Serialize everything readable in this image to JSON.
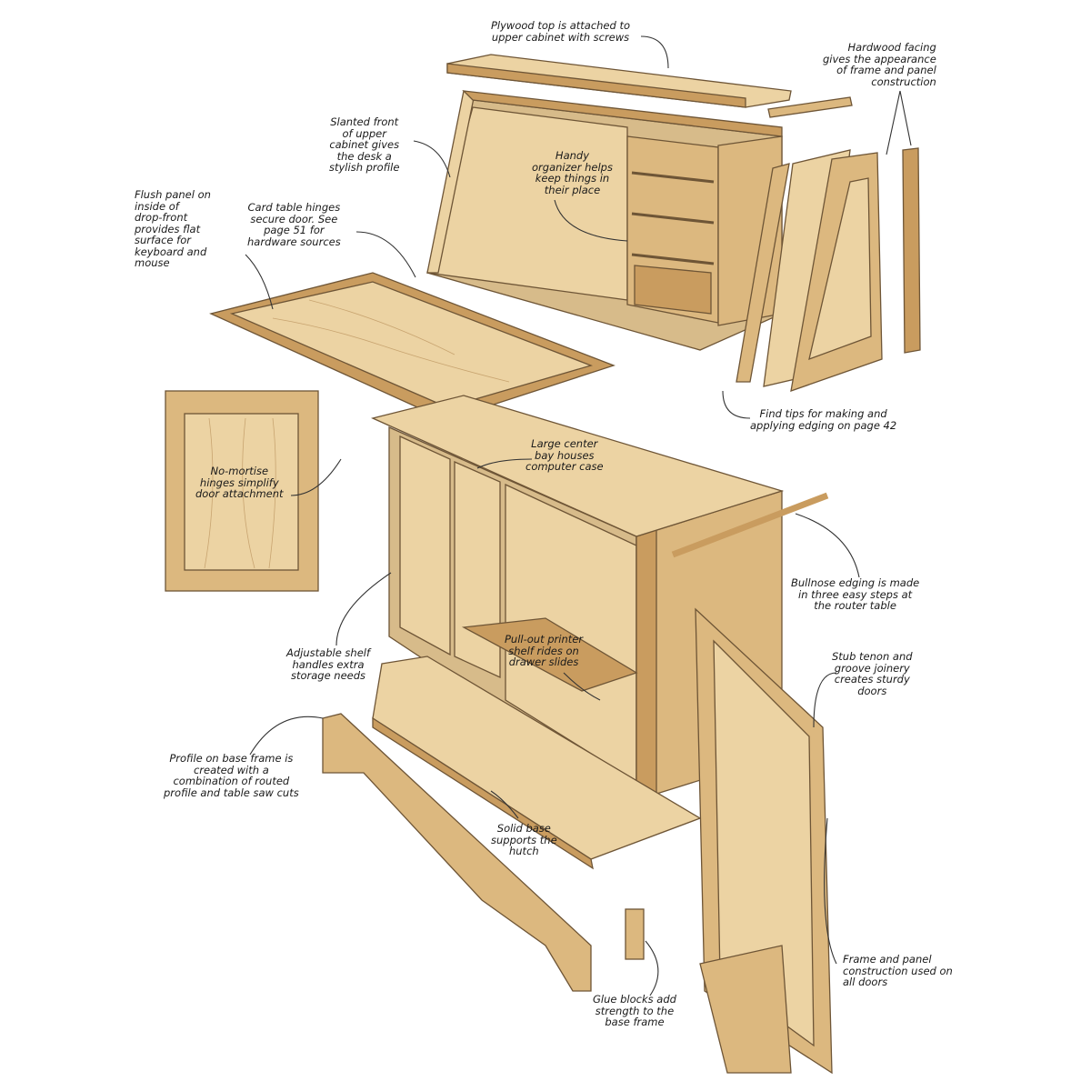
{
  "diagram": {
    "callouts": {
      "plywood_top": "Plywood top is attached to\nupper cabinet with screws",
      "hardwood_facing": "Hardwood facing\ngives the appearance\nof frame and panel\nconstruction",
      "slanted_front": "Slanted front\nof upper\ncabinet gives\nthe desk a\nstylish profile",
      "handy_organizer": "Handy\norganizer helps\nkeep things in\ntheir place",
      "flush_panel": "Flush panel on\ninside of\ndrop-front\nprovides flat\nsurface for\nkeyboard and\nmouse",
      "card_table_hinges": "Card table hinges\nsecure door. See\npage 51 for\nhardware sources",
      "find_tips": "Find tips for making and\napplying edging on page 42",
      "no_mortise_hinges": "No-mortise\nhinges simplify\ndoor attachment",
      "center_bay": "Large center\nbay houses\ncomputer case",
      "bullnose_edging": "Bullnose edging is made\nin three easy steps at\nthe router table",
      "adjustable_shelf": "Adjustable shelf\nhandles extra\nstorage needs",
      "printer_shelf": "Pull-out printer\nshelf rides on\ndrawer slides",
      "stub_tenon": "Stub tenon and\ngroove joinery\ncreates sturdy\ndoors",
      "base_profile": "Profile on base frame is\ncreated with a\ncombination of routed\nprofile and table saw cuts",
      "solid_base": "Solid base\nsupports the\nhutch",
      "frame_panel_doors": "Frame and panel\nconstruction used on\nall doors",
      "glue_blocks": "Glue blocks add\nstrength to the\nbase frame"
    },
    "colors": {
      "wood_light": "#ecd3a3",
      "wood_mid": "#dcb87f",
      "wood_edge": "#c99c5f",
      "outline": "#6e5536"
    }
  }
}
